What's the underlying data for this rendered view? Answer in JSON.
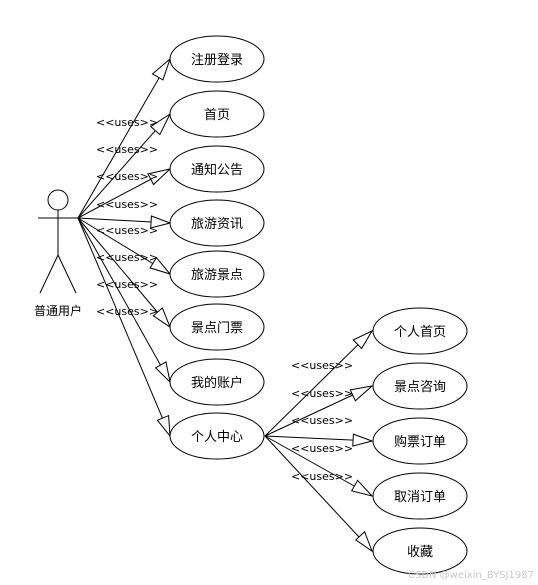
{
  "actor": {
    "name": "普通用户"
  },
  "use_cases": [
    "注册登录",
    "首页",
    "通知公告",
    "旅游资讯",
    "旅游景点",
    "景点门票",
    "我的账户",
    "个人中心"
  ],
  "sub_use_cases": [
    "个人首页",
    "景点咨询",
    "购票订单",
    "取消订单",
    "收藏"
  ],
  "relation_label": "<<uses>>",
  "watermark": "CSDN @weixin_BYSJ1987"
}
